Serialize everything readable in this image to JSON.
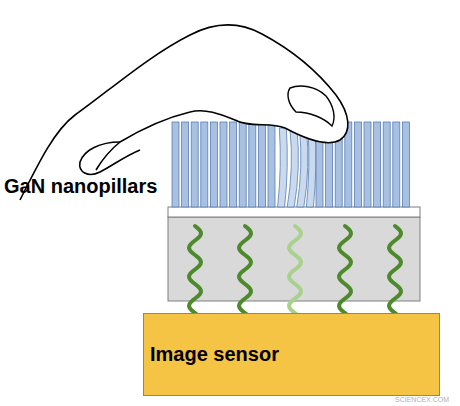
{
  "diagram": {
    "nodes": [
      {
        "text": [
          "Image sensor"
        ]
      }
    ],
    "labels": [
      "GaN nanopillars",
      "SCIENCEX.COM"
    ]
  }
}
